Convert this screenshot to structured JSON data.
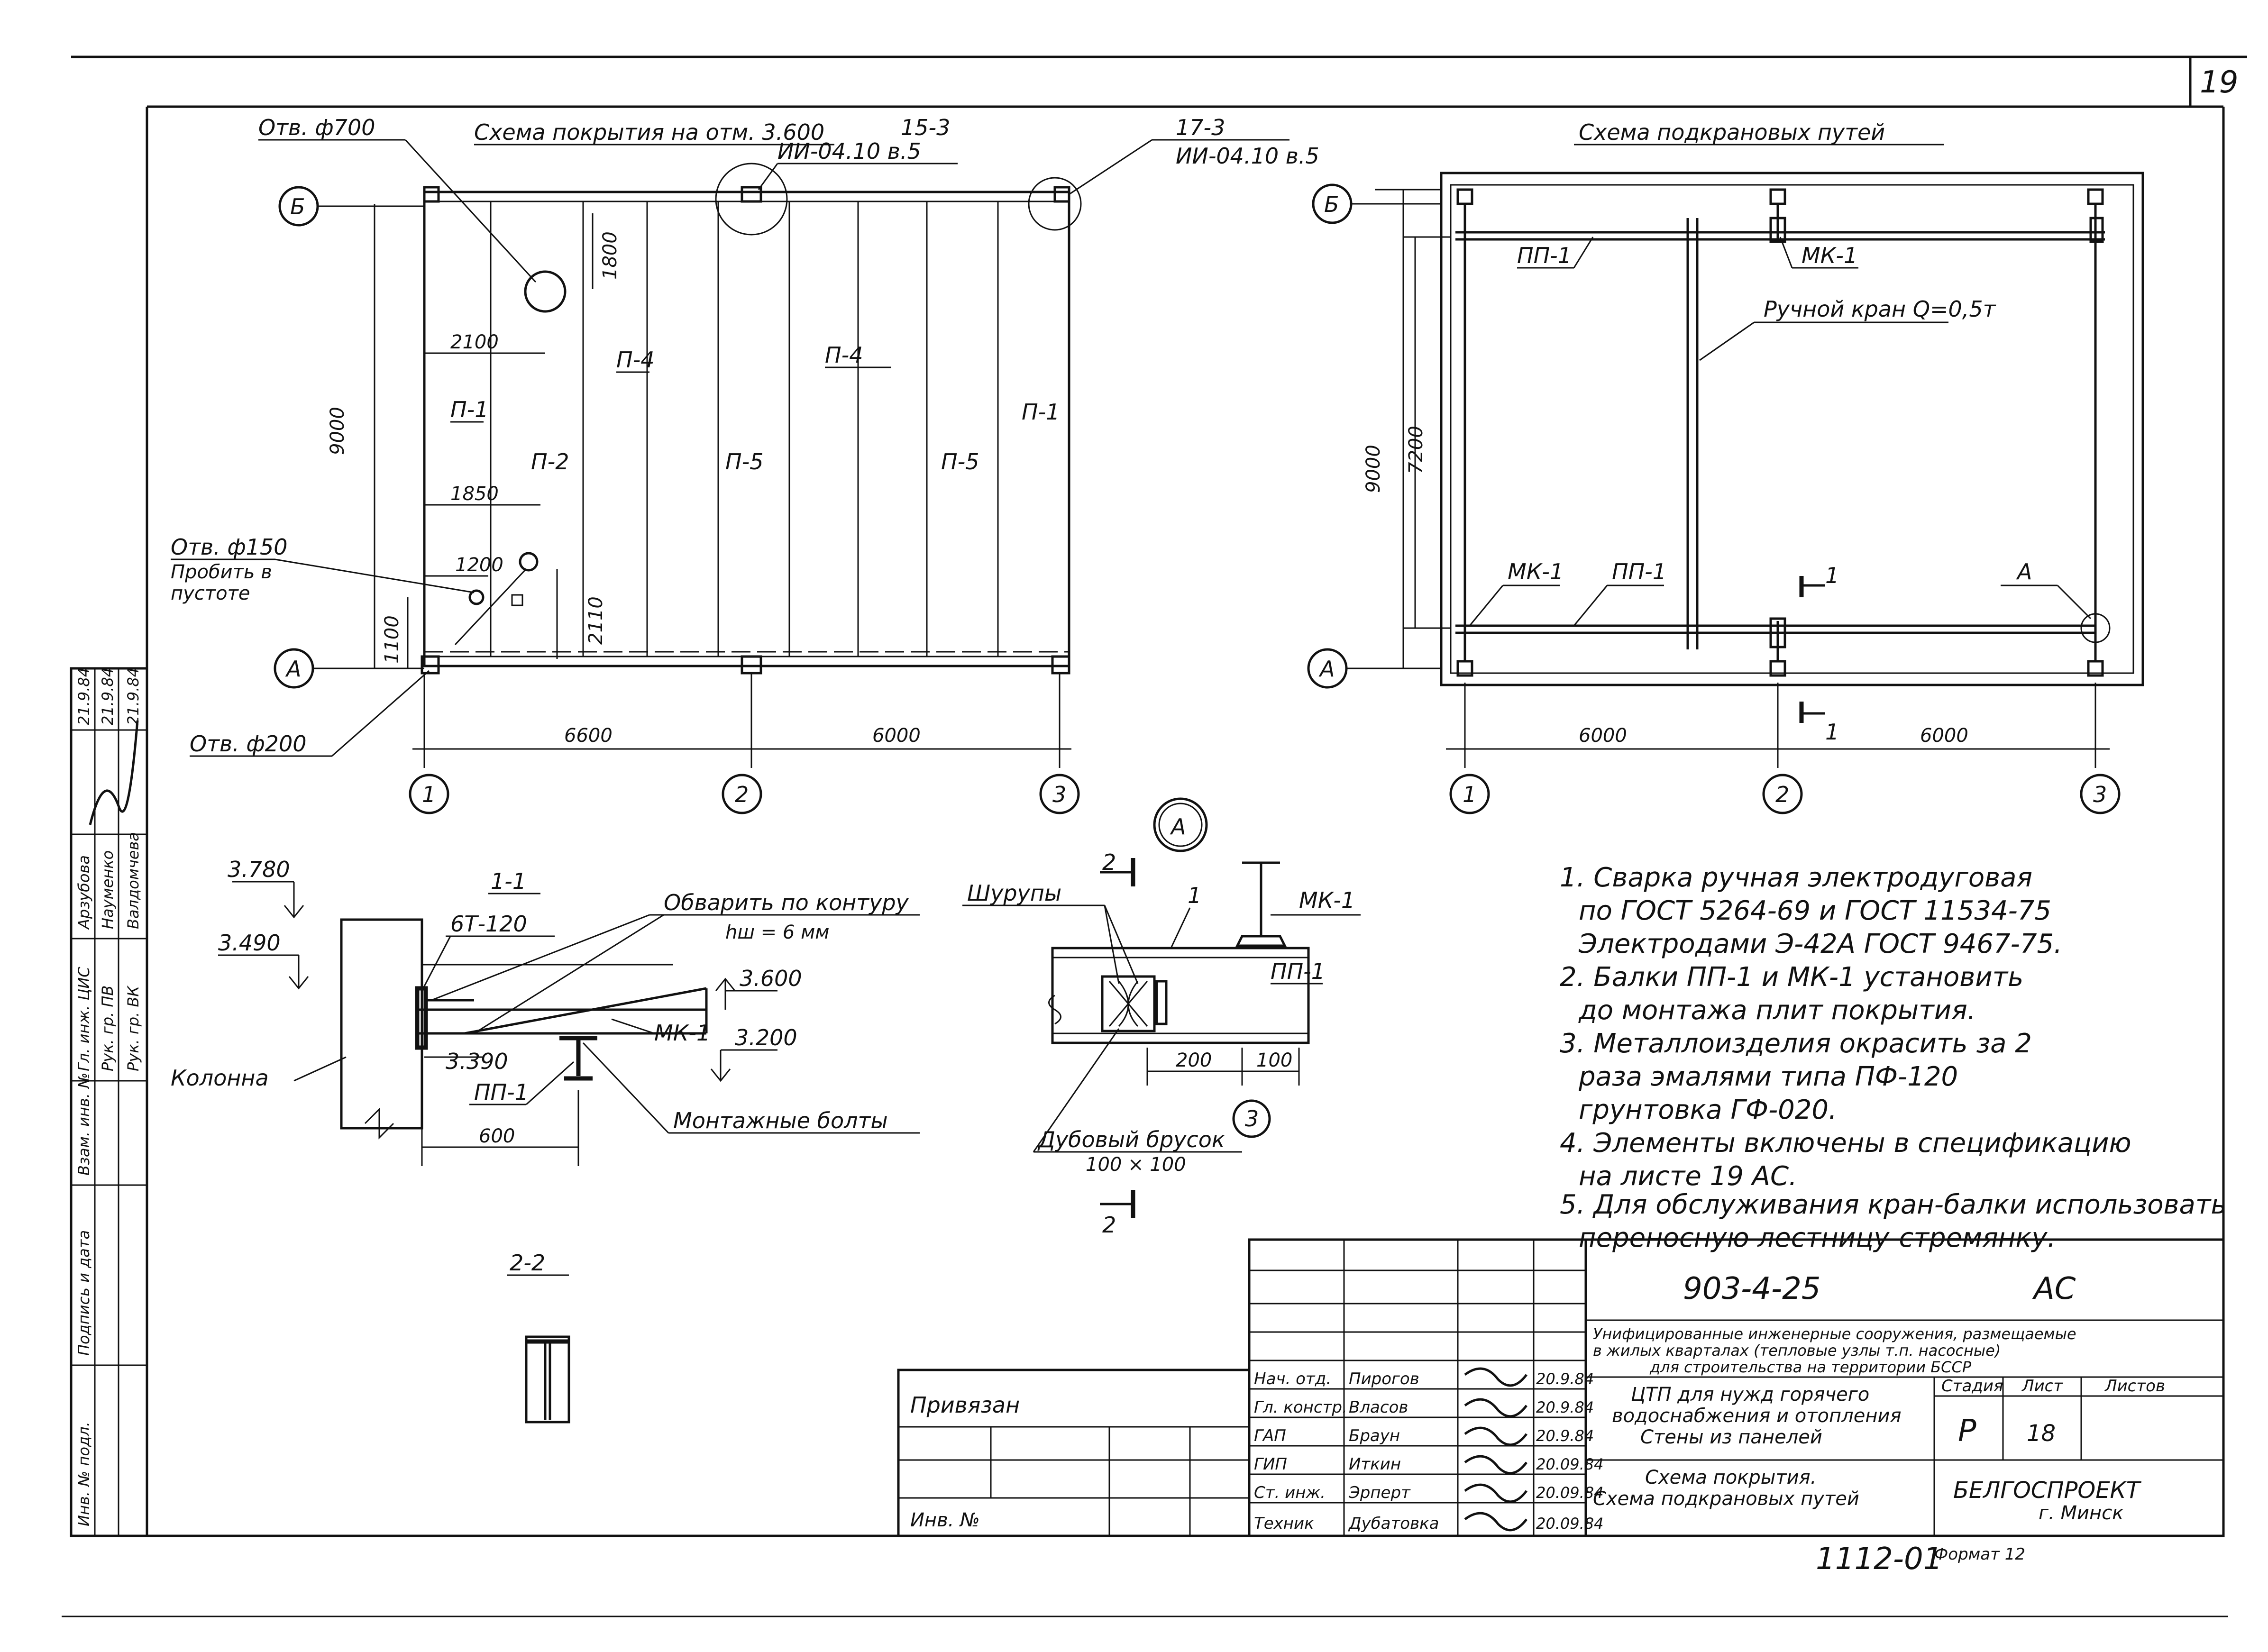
{
  "sheet": {
    "number": "19"
  },
  "plan_roof": {
    "title": "Схема покрытия на отм. 3.600",
    "opening_700": "Отв. ф700",
    "opening_150": "Отв. ф150",
    "opening_150_note_1": "Пробить в",
    "opening_150_note_2": "пустоте",
    "opening_200": "Отв. ф200",
    "node_15": "15-3",
    "node_15_ref": "ИИ-04.10 в.5",
    "node_17": "17-3",
    "node_17_ref": "ИИ-04.10 в.5",
    "axis_b": "Б",
    "axis_a": "А",
    "axis_1": "1",
    "axis_2": "2",
    "axis_3": "3",
    "dim_height": "9000",
    "dim_1800": "1800",
    "dim_2100": "2100",
    "dim_1850": "1850",
    "dim_1200": "1200",
    "dim_1100": "1100",
    "dim_2110": "2110",
    "dim_left": "6600",
    "dim_right": "6000",
    "panel_p1_left": "П-1",
    "panel_p2": "П-2",
    "panel_p4_a": "П-4",
    "panel_p5_a": "П-5",
    "panel_p4_b": "П-4",
    "panel_p5_b": "П-5",
    "panel_p1_right": "П-1"
  },
  "plan_crane": {
    "title": "Схема подкрановых путей",
    "axis_b": "Б",
    "axis_a": "А",
    "axis_1": "1",
    "axis_2": "2",
    "axis_3": "3",
    "beam_pp1_top": "ПП-1",
    "beam_mk1_top": "МК-1",
    "crane_label": "Ручной кран Q=0,5т",
    "beam_mk1_bottom": "МК-1",
    "beam_pp1_bottom": "ПП-1",
    "node_a": "А",
    "section_mark": "1",
    "dim_9000": "9000",
    "dim_7200": "7200",
    "dim_left": "6000",
    "dim_right": "6000"
  },
  "section_11": {
    "title": "1-1",
    "level_3780": "3.780",
    "level_3490": "3.490",
    "level_3600": "3.600",
    "level_3200": "3.200",
    "level_3390": "3.390",
    "weld_note": "Обварить по контуру",
    "weld_hw": "hш = 6 мм",
    "plate": "6Т-120",
    "mk1": "МК-1",
    "pp1": "ПП-1",
    "column": "Колонна",
    "bolts": "Монтажные болты",
    "dim_600": "600"
  },
  "node_a_detail": {
    "title": "А",
    "screws": "Шурупы",
    "mk1": "МК-1",
    "pp1": "ПП-1",
    "oak": "Дубовый брусок",
    "oak_size": "100 × 100",
    "dim_200": "200",
    "dim_100": "100",
    "cut_2": "2",
    "part_1": "1",
    "axis_3": "3"
  },
  "section_22": {
    "title": "2-2"
  },
  "notes": [
    "1. Сварка ручная электродуговая",
    "по ГОСТ 5264-69 и ГОСТ 11534-75",
    "Электродами Э-42А ГОСТ 9467-75.",
    "2. Балки ПП-1 и МК-1 установить",
    "до монтажа плит покрытия.",
    "3. Металлоизделия окрасить за 2",
    "раза эмалями типа ПФ-120",
    "грунтовка ГФ-020.",
    "4. Элементы включены в спецификацию",
    "на листе 19 АС.",
    "5. Для обслуживания кран-балки использовать",
    "переносную лестницу-стремянку."
  ],
  "stamp": {
    "code": "903-4-25",
    "mark": "АС",
    "project_1": "Унифицированные инженерные сооружения, размещаемые",
    "project_2": "в жилых кварталах (тепловые узлы т.п. насосные)",
    "project_3": "для строительства на территории БССР",
    "obj_1": "ЦТП для нужд горячего",
    "obj_2": "водоснабжения и отопления",
    "obj_3": "Стены из панелей",
    "sheet_1": "Схема покрытия.",
    "sheet_2": "Схема подкрановых путей",
    "stage_h": "Стадия",
    "list_h": "Лист",
    "lists_h": "Листов",
    "stage": "Р",
    "list": "18",
    "org": "БЕЛГОСПРОЕКТ",
    "city": "г. Минск",
    "roles": [
      "Нач. отд.",
      "Гл. констр.",
      "ГАП",
      "ГИП",
      "Ст. инж.",
      "Техник"
    ],
    "names": [
      "Пирогов",
      "Власов",
      "Браун",
      "Иткин",
      "Эрперт",
      "Дубатовка"
    ],
    "dates": [
      "20.9.84",
      "20.9.84",
      "20.9.84",
      "20.09.84",
      "20.09.84",
      "20.09.84"
    ],
    "bound": "Привязан",
    "inv": "Инв. №",
    "archive": "1112-01",
    "format": "Формат 12"
  },
  "side_stamp": {
    "f1": "Инв. № подл.",
    "f2": "Подпись и дата",
    "f3": "Взам. инв. №",
    "f4": "Гл. инж. ЦИС",
    "f5": "Рук. гр. ПВ",
    "f6": "Рук. гр. ВК",
    "n1": "Арзубова",
    "n2": "Науменко",
    "n3": "Валдомчева",
    "d1": "21.9.84",
    "d2": "21.9.84",
    "d3": "21.9.84"
  }
}
